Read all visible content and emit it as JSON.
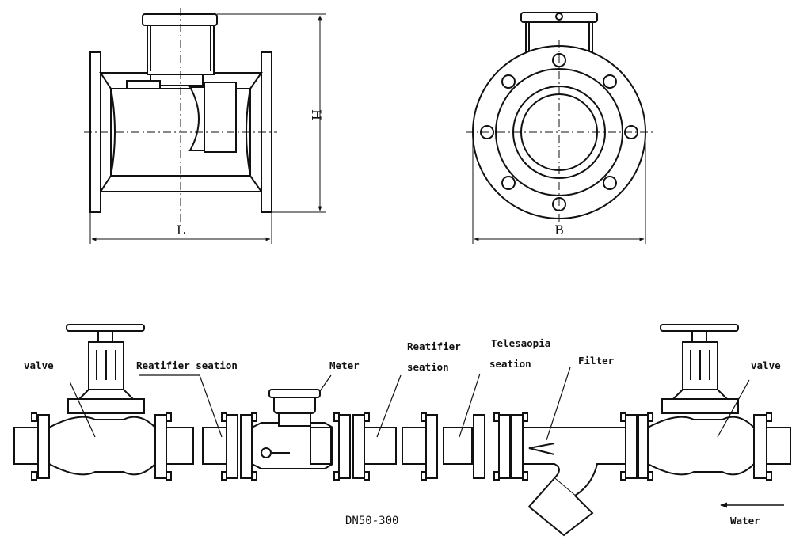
{
  "dimensions": {
    "length": "L",
    "height": "H",
    "width": "B"
  },
  "labels": {
    "valve_left": "valve",
    "rectifier_left": "Reatifier seation",
    "meter": "Meter",
    "rectifier_right_line1": "Reatifier",
    "rectifier_right_line2": "seation",
    "telescopic_line1": "Telesaopia",
    "telescopic_line2": "seation",
    "filter": "Filter",
    "valve_right": "valve",
    "size_range": "DN50-300",
    "flow_medium": "Water"
  },
  "colors": {
    "ink": "#111111",
    "paper": "#ffffff"
  }
}
